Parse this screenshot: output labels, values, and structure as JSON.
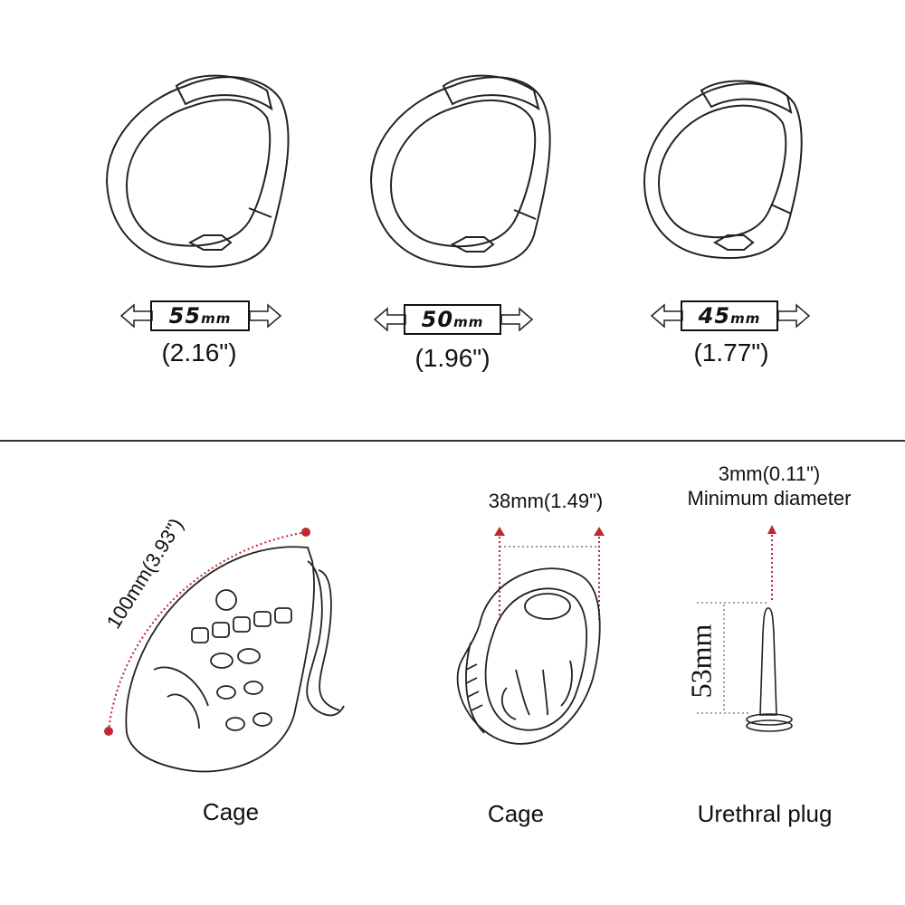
{
  "top_section": {
    "rings": [
      {
        "size_mm": "55",
        "unit": "mm",
        "size_in": "(2.16\")"
      },
      {
        "size_mm": "50",
        "unit": "mm",
        "size_in": "(1.96\")"
      },
      {
        "size_mm": "45",
        "unit": "mm",
        "size_in": "(1.77\")"
      }
    ]
  },
  "bottom_section": {
    "items": [
      {
        "caption": "Cage",
        "dimension": "100mm(3.93\")"
      },
      {
        "caption": "Cage",
        "dimension": "38mm(1.49\")"
      },
      {
        "caption": "Urethral plug",
        "dimension_line1": "3mm(0.11\")",
        "dimension_line2": "Minimum diameter",
        "length": "53mm"
      }
    ]
  },
  "colors": {
    "accent_red": "#c0282d",
    "line": "#222222"
  }
}
